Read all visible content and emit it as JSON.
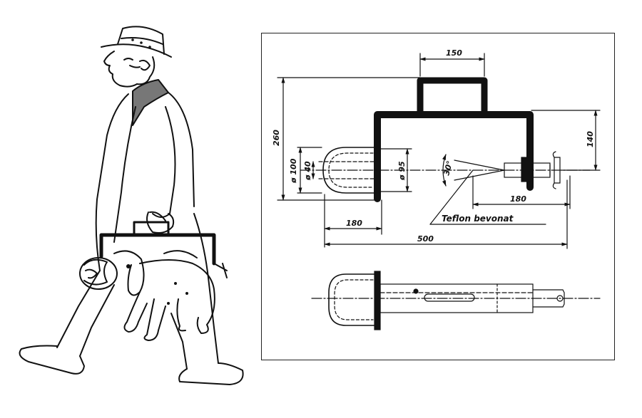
{
  "drawing": {
    "dimensions": {
      "handle_width": "150",
      "total_height": "260",
      "right_height": "140",
      "outer_dia": "ø 100",
      "inner_dia": "ø 40",
      "cup_dia": "ø 95",
      "angle": "30°",
      "right_span": "180",
      "left_span": "180",
      "total_length": "500"
    },
    "note": "Teflon bevonat"
  },
  "colors": {
    "ink": "#111111",
    "paper": "#ffffff"
  }
}
